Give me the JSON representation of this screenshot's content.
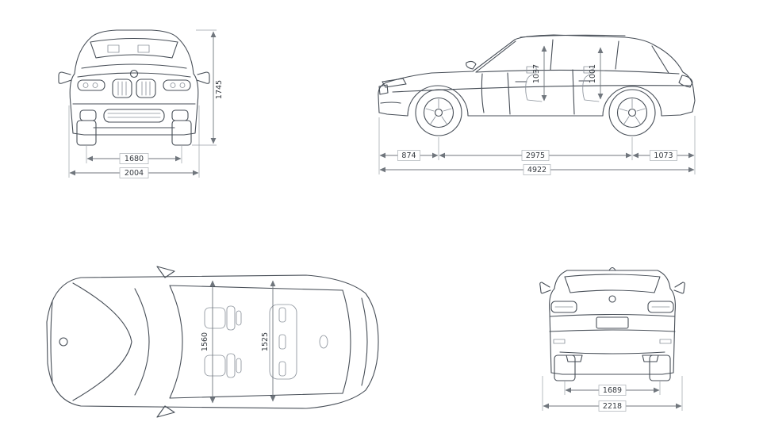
{
  "front_view": {
    "height_mm": "1745",
    "track_width_mm": "1680",
    "overall_width_mm": "2004"
  },
  "side_view": {
    "front_headroom_mm": "1037",
    "rear_headroom_mm": "1001",
    "front_overhang_mm": "874",
    "wheelbase_mm": "2975",
    "rear_overhang_mm": "1073",
    "overall_length_mm": "4922"
  },
  "top_view": {
    "front_interior_width_mm": "1560",
    "rear_interior_width_mm": "1525"
  },
  "rear_view": {
    "rear_track_mm": "1689",
    "overall_width_incl_mirrors_mm": "2218"
  }
}
